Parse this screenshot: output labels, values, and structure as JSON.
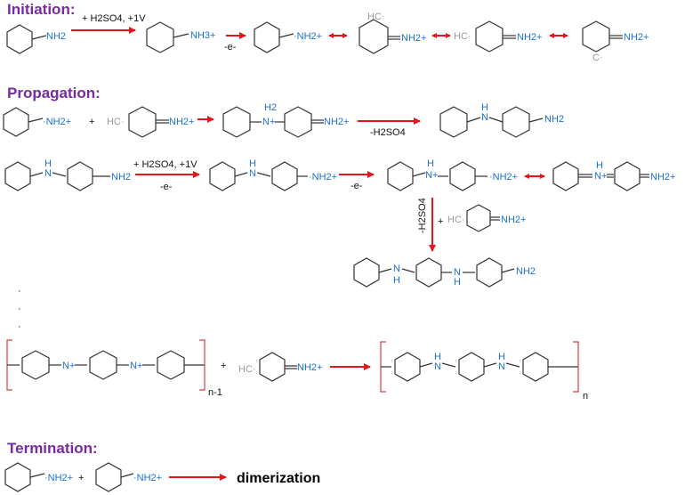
{
  "sections": {
    "initiation": "Initiation:",
    "propagation": "Propagation:",
    "termination": "Termination:"
  },
  "colors": {
    "heading": "#7a2aa0",
    "label": "#1a6fd6",
    "arrow": "#e8141b",
    "bond": "#333333",
    "radical_carbon": "#9a9a9a"
  },
  "labels": {
    "nh2": "NH2",
    "nh3_plus": "NH3+",
    "nh2_plus_radical": "·NH2+",
    "nh2_plus": "NH2+",
    "hc_radical": "HC·",
    "c_radical": "C·",
    "h": "H",
    "nh": "N",
    "n_plus": "N+",
    "h2": "H2",
    "plus": "+",
    "minus_h2so4": "-H2SO4",
    "acid_voltage": "+ H2SO4, +1V",
    "minus_e": "-e-",
    "n_minus_1": "n-1",
    "n": "n",
    "dots": "·",
    "dimerization": "dimerization"
  }
}
